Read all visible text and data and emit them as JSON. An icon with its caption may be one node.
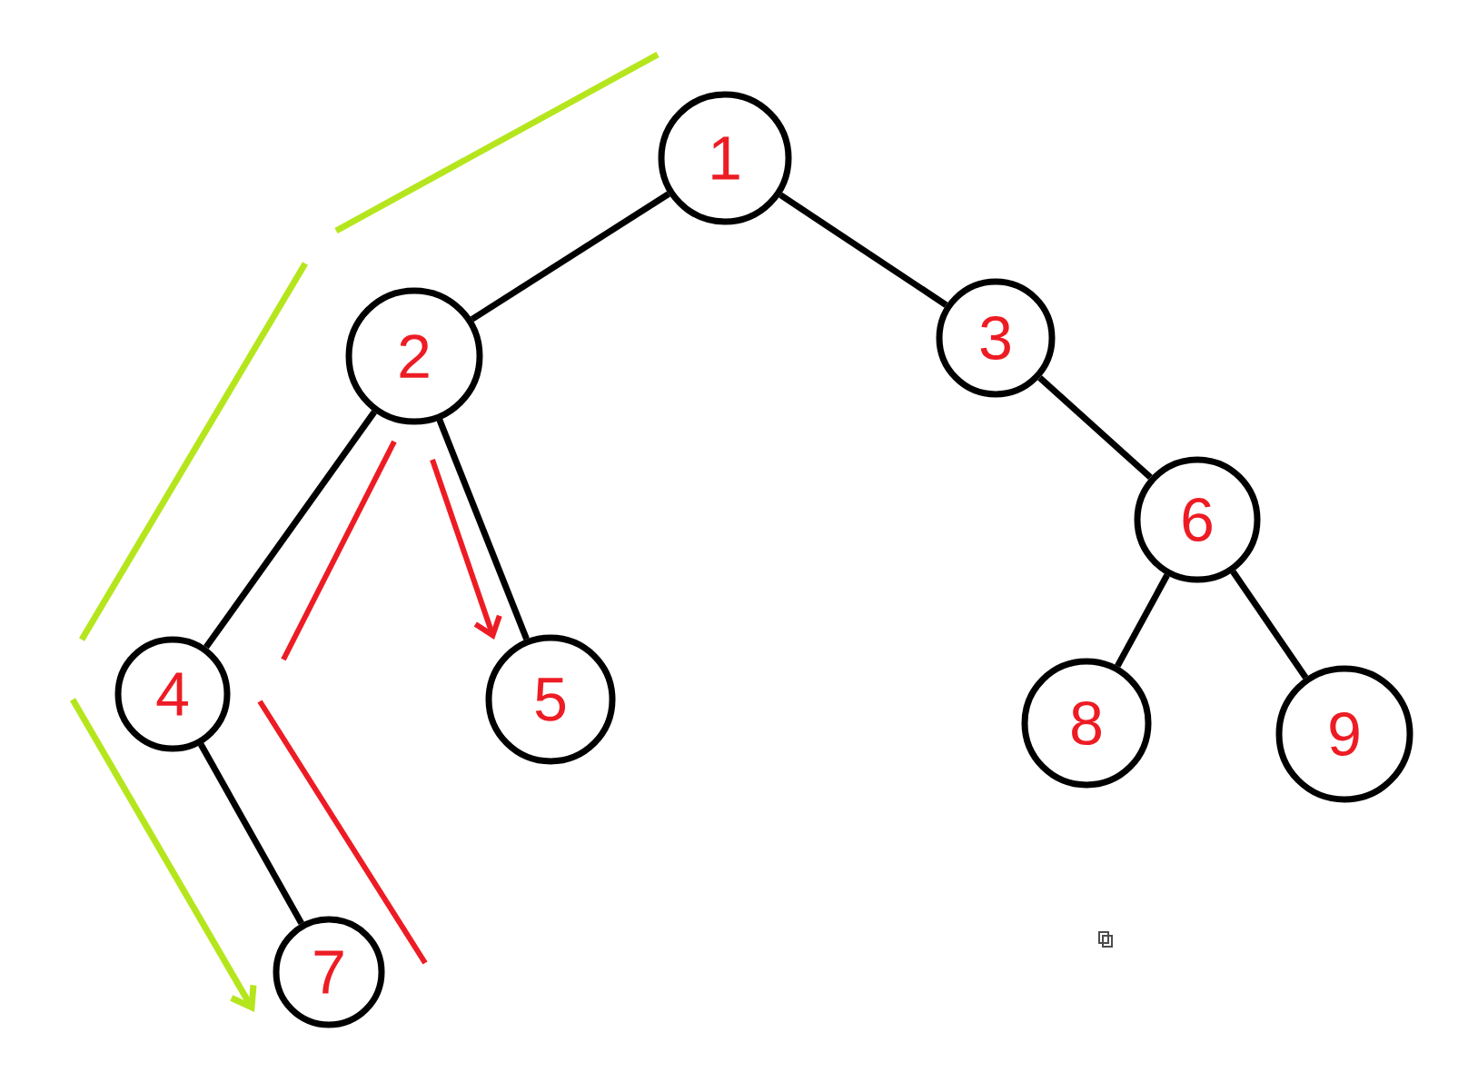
{
  "diagram": {
    "nodes": [
      {
        "text": [
          "1"
        ]
      },
      {
        "text": [
          "2"
        ]
      },
      {
        "text": [
          "3"
        ]
      },
      {
        "text": [
          "4"
        ]
      },
      {
        "text": [
          "5"
        ]
      },
      {
        "text": [
          "6"
        ]
      },
      {
        "text": [
          "7"
        ]
      },
      {
        "text": [
          "8"
        ]
      },
      {
        "text": [
          "9"
        ]
      }
    ],
    "edges": [
      {
        "from": 0,
        "to": 1,
        "arrow": "none"
      },
      {
        "from": 0,
        "to": 2,
        "arrow": "none"
      },
      {
        "from": 1,
        "to": 3,
        "arrow": "none"
      },
      {
        "from": 1,
        "to": 4,
        "arrow": "none"
      },
      {
        "from": 2,
        "to": 5,
        "arrow": "none"
      },
      {
        "from": 3,
        "to": 6,
        "arrow": "none"
      },
      {
        "from": 5,
        "to": 7,
        "arrow": "none"
      },
      {
        "from": 5,
        "to": 8,
        "arrow": "none"
      }
    ]
  }
}
